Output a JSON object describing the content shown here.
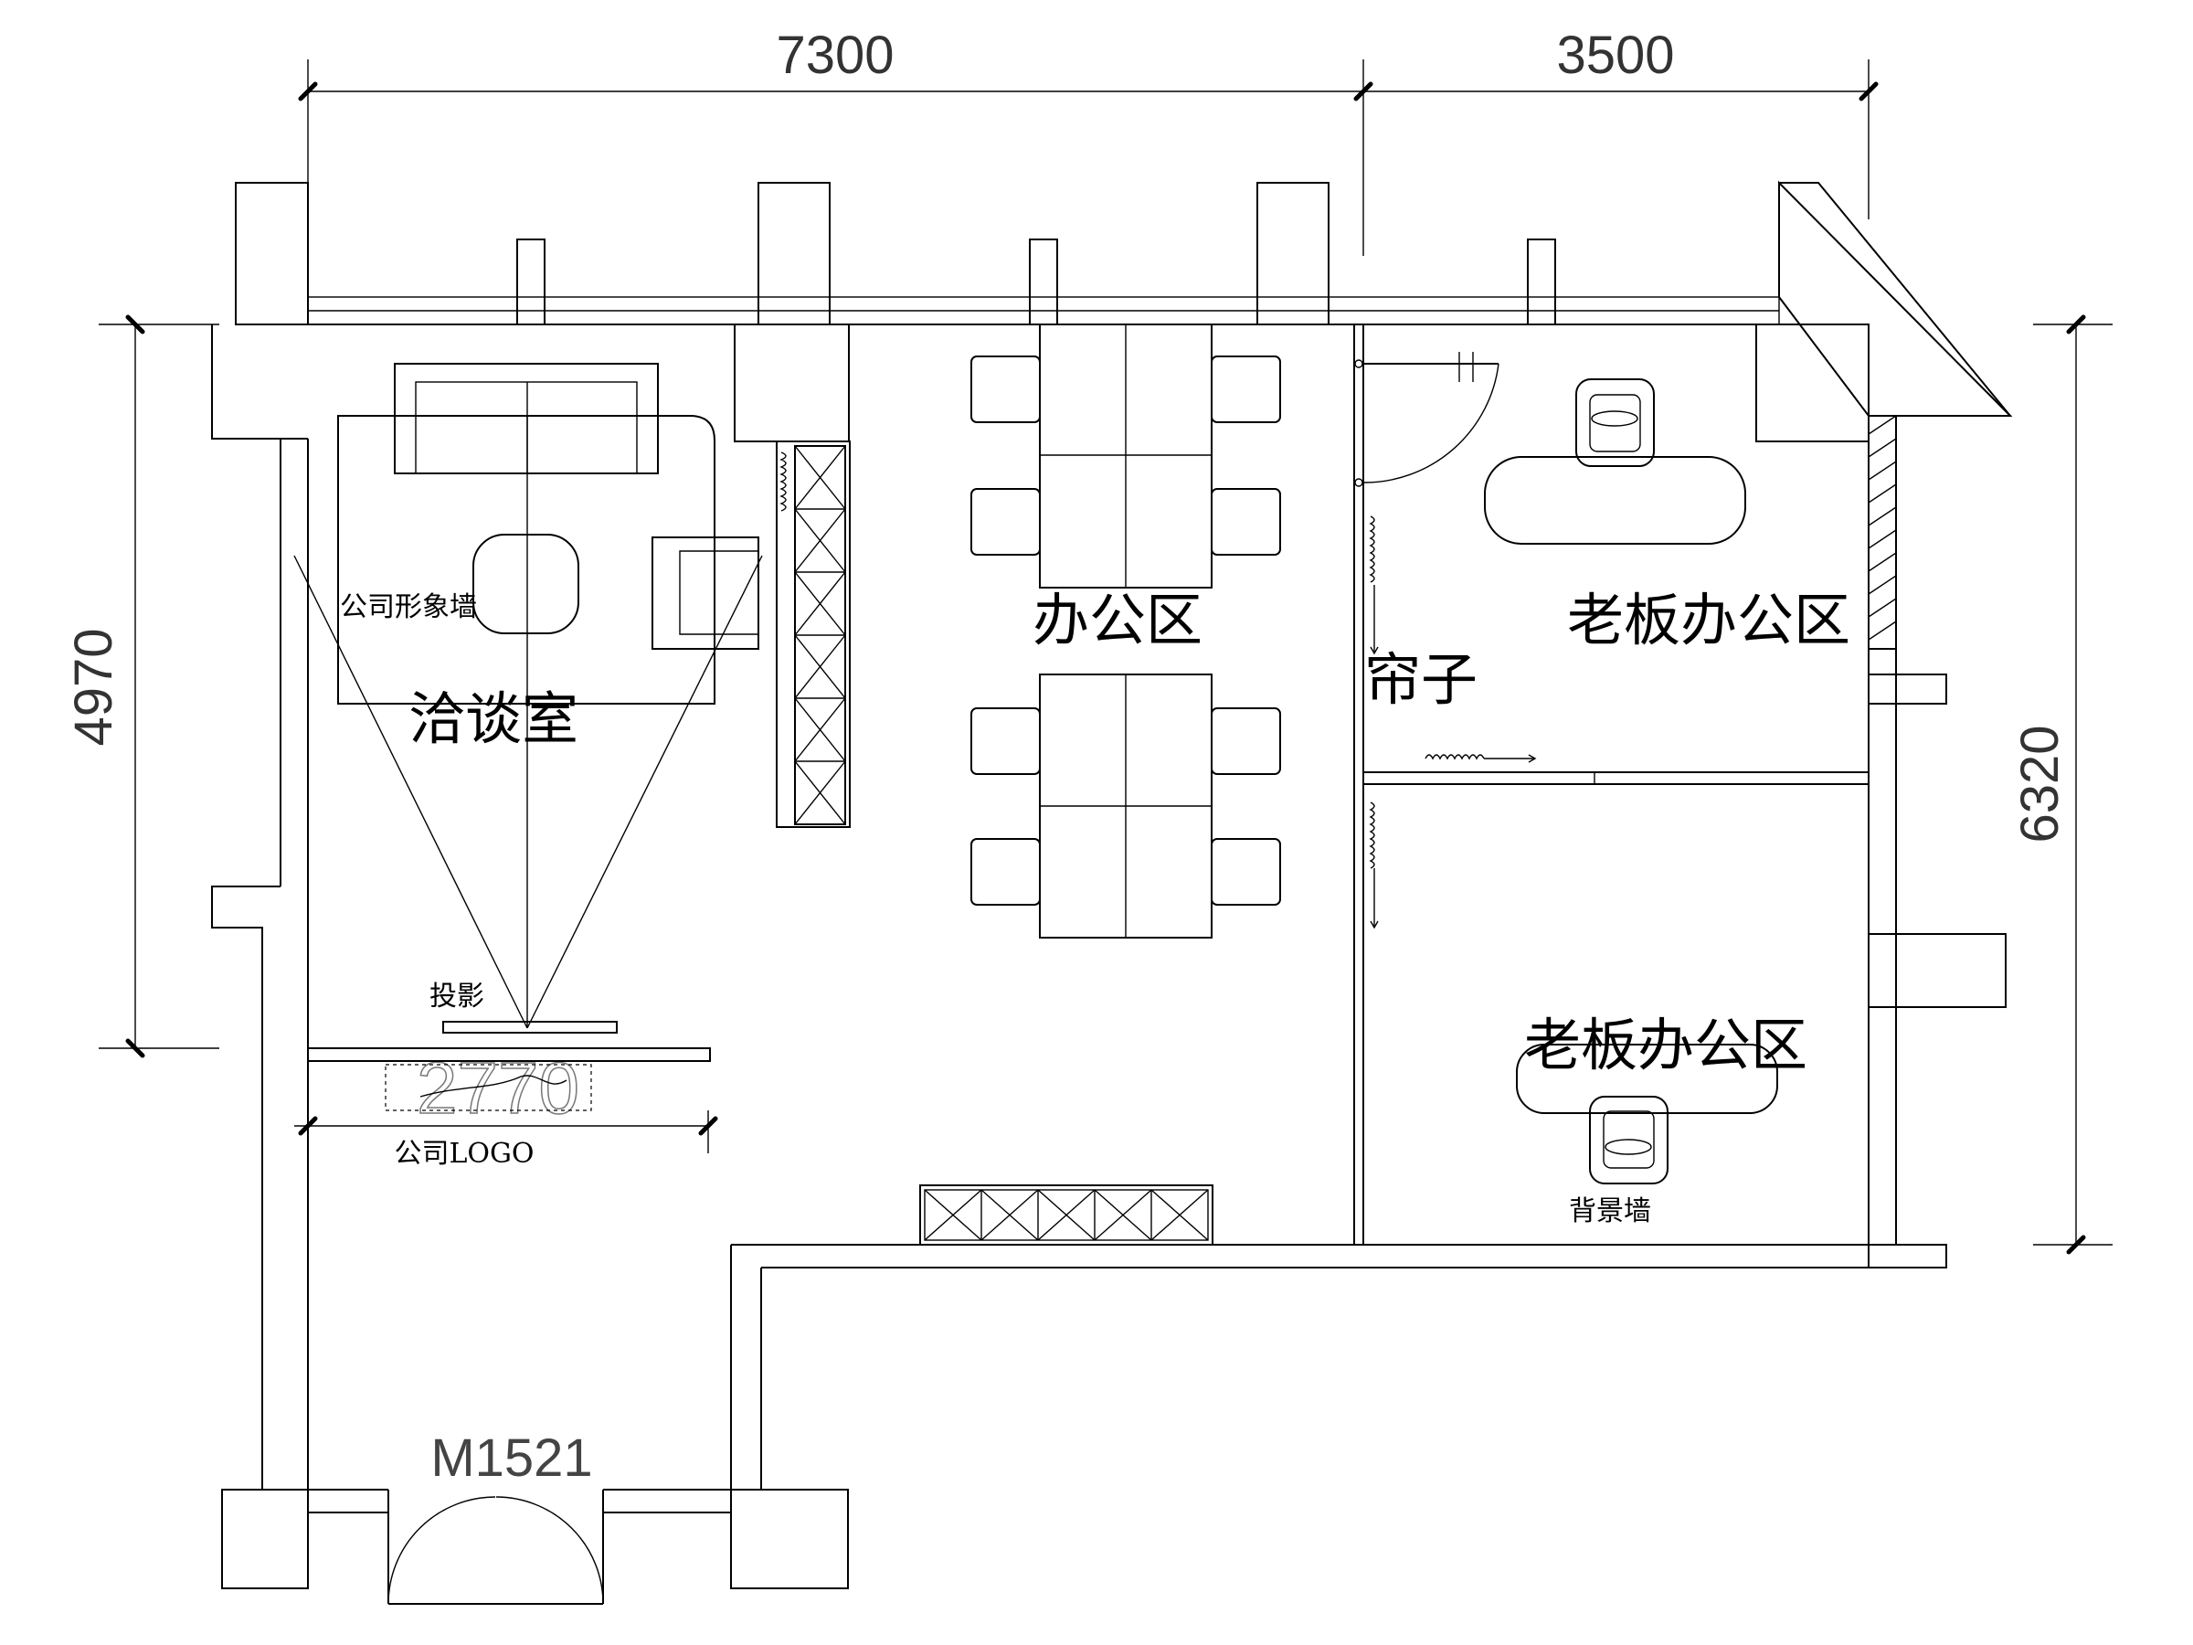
{
  "dimensions": {
    "top_left": "7300",
    "top_right": "3500",
    "left": "4970",
    "right": "6320",
    "bottom_meeting": "2770"
  },
  "rooms": {
    "meeting": "洽谈室",
    "office": "办公区",
    "boss_upper": "老板办公区",
    "boss_lower": "老板办公区"
  },
  "labels": {
    "image_wall": "公司形象墙",
    "projection": "投影",
    "company_logo": "公司LOGO",
    "curtain": "帘子",
    "background_wall": "背景墙"
  },
  "door_tag": "M1521"
}
